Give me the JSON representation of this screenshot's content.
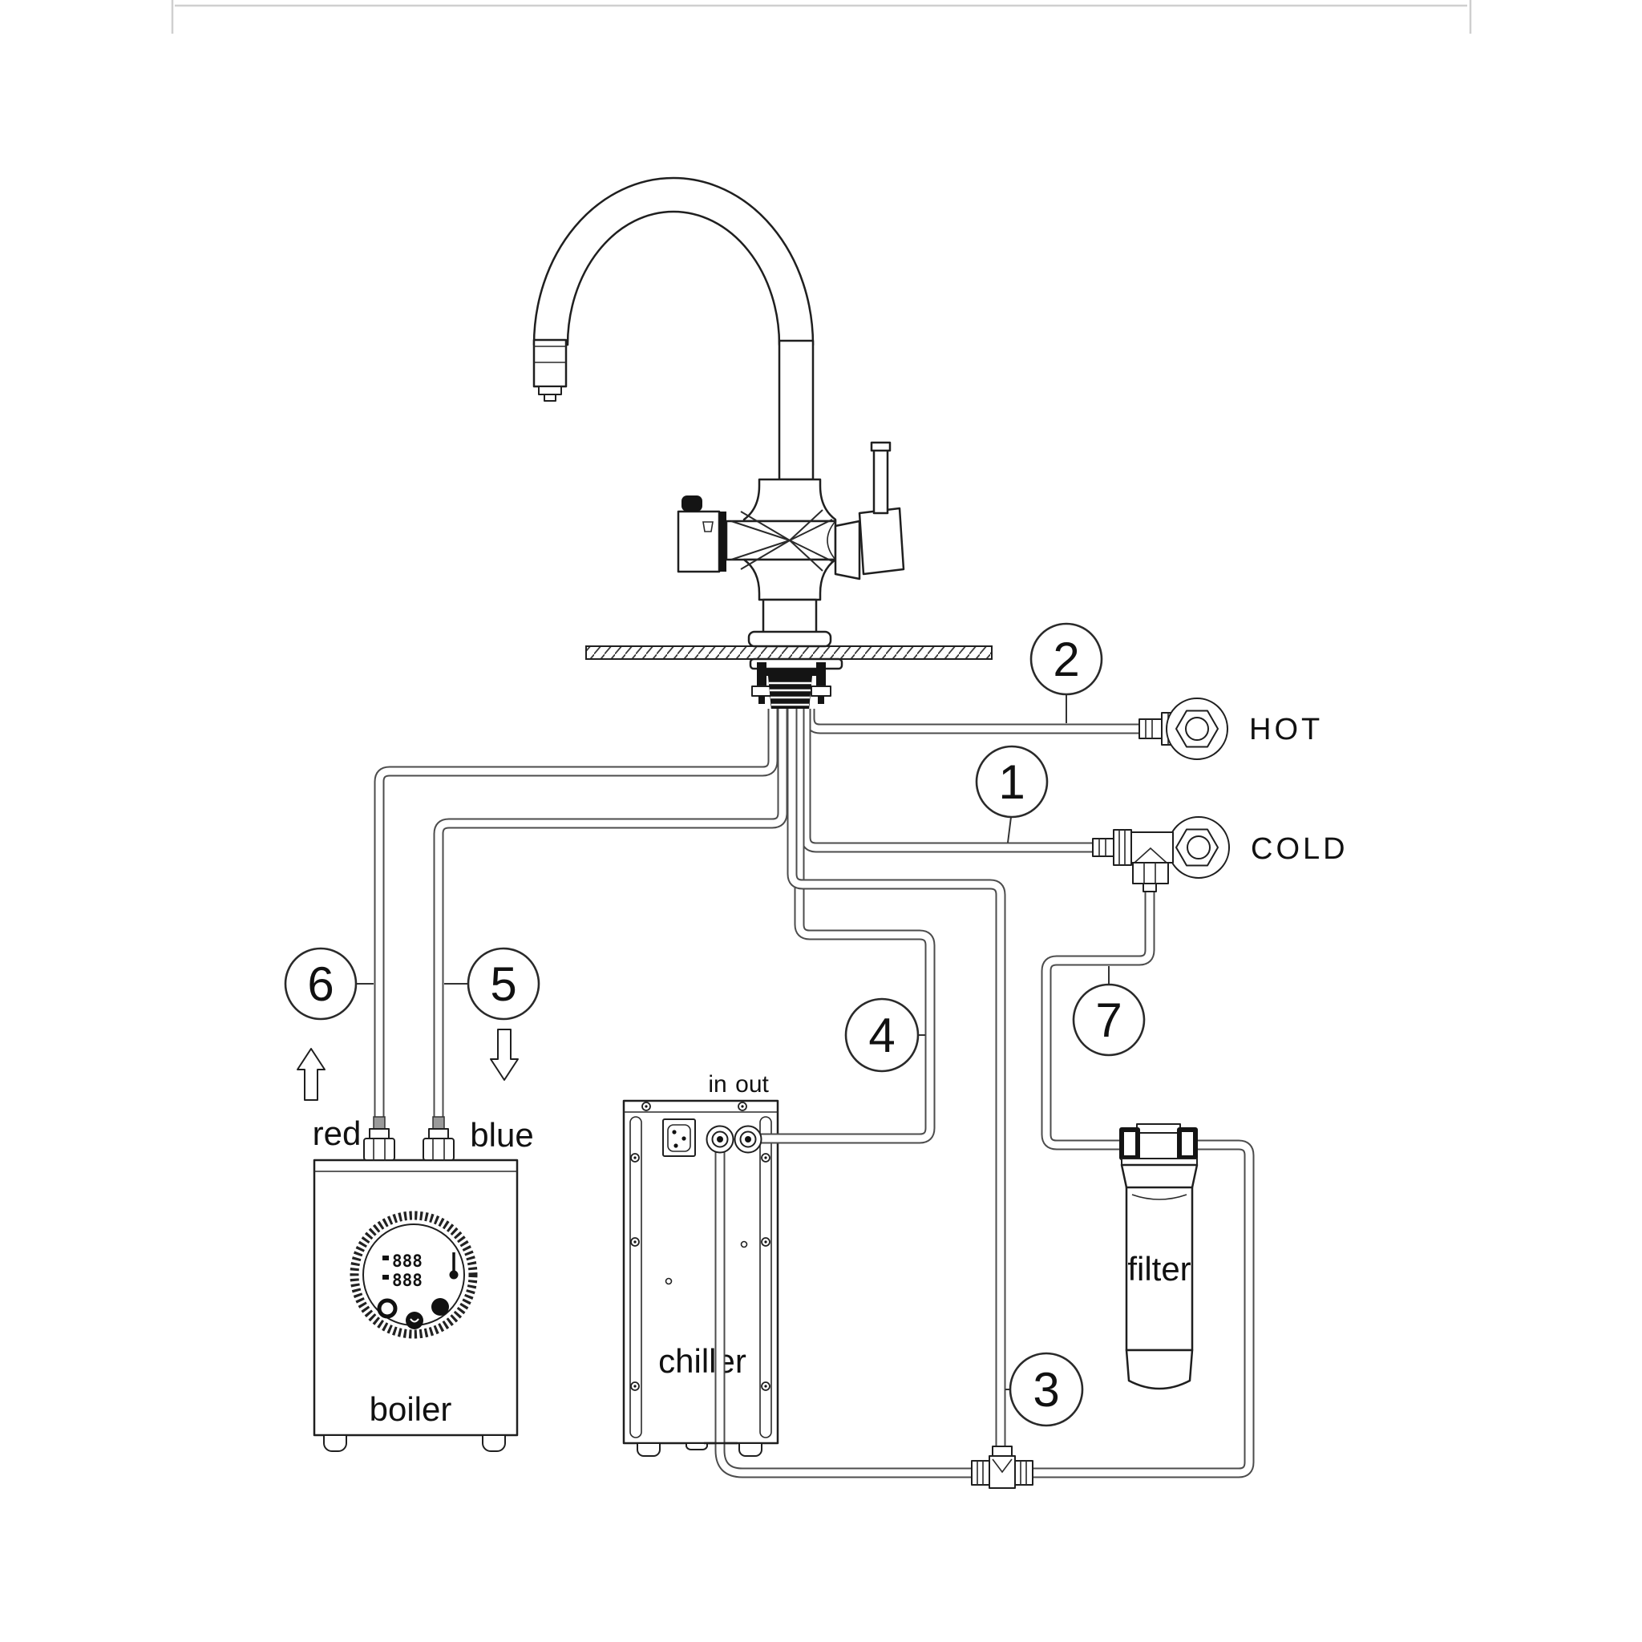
{
  "colors": {
    "ink": "#1f1f1f",
    "tube": "#4c4c4c",
    "page_edge": "#cfcfcf"
  },
  "tap_connections": {
    "hot": "HOT",
    "cold": "COLD"
  },
  "boiler": {
    "name": "boiler",
    "left_pipe": "red",
    "right_pipe": "blue",
    "display_rows": [
      "888",
      "888"
    ]
  },
  "chiller": {
    "name": "chiller",
    "inlet": "in",
    "outlet": "out"
  },
  "filter": {
    "name": "filter"
  },
  "callouts": [
    {
      "number": "1"
    },
    {
      "number": "2"
    },
    {
      "number": "3"
    },
    {
      "number": "4"
    },
    {
      "number": "5"
    },
    {
      "number": "6"
    },
    {
      "number": "7"
    }
  ]
}
